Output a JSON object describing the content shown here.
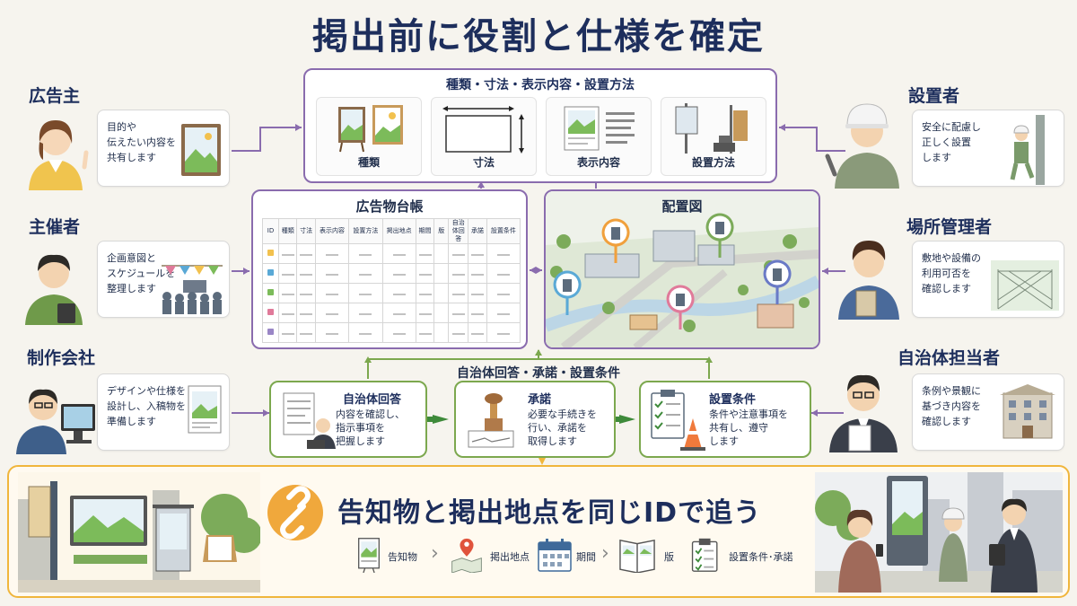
{
  "title": "掲出前に役割と仕様を確定",
  "roles": {
    "advertiser": {
      "name": "広告主",
      "desc": "目的や\n伝えたい内容を\n共有します"
    },
    "organizer": {
      "name": "主催者",
      "desc": "企画意図と\nスケジュールを\n整理します"
    },
    "producer": {
      "name": "制作会社",
      "desc": "デザインや仕様を\n設計し、入稿物を\n準備します"
    },
    "installer": {
      "name": "設置者",
      "desc": "安全に配慮し\n正しく設置\nします"
    },
    "site_manager": {
      "name": "場所管理者",
      "desc": "敷地や設備の\n利用可否を\n確認します"
    },
    "municipality": {
      "name": "自治体担当者",
      "desc": "条例や景観に\n基づき内容を\n確認します"
    }
  },
  "spec": {
    "title": "種類・寸法・表示内容・設置方法",
    "cards": [
      "種類",
      "寸法",
      "表示内容",
      "設置方法"
    ]
  },
  "ledger": {
    "title": "広告物台帳",
    "columns": [
      "ID",
      "種類",
      "寸法",
      "表示内容",
      "設置方法",
      "掲出地点",
      "期間",
      "版",
      "自治体回答",
      "承諾",
      "設置条件"
    ],
    "row_colors": [
      "#f2c14e",
      "#5aa9d6",
      "#7cbb5a",
      "#e07a9a",
      "#9a86c6"
    ]
  },
  "map": {
    "title": "配置図"
  },
  "approval": {
    "title": "自治体回答・承諾・設置条件",
    "steps": [
      {
        "title": "自治体回答",
        "desc": "内容を確認し、\n指示事項を\n把握します"
      },
      {
        "title": "承諾",
        "desc": "必要な手続きを\n行い、承諾を\n取得します"
      },
      {
        "title": "設置条件",
        "desc": "条件や注意事項を\n共有し、遵守\nします"
      }
    ]
  },
  "banner": {
    "title": "告知物と掲出地点を同じIDで追う",
    "flow": [
      "告知物",
      "掲出地点",
      "期間",
      "版",
      "設置条件･承諾"
    ]
  },
  "colors": {
    "navy": "#1d2e5c",
    "purple": "#8a6cae",
    "green": "#7ca84e",
    "orange": "#f0b63c"
  }
}
